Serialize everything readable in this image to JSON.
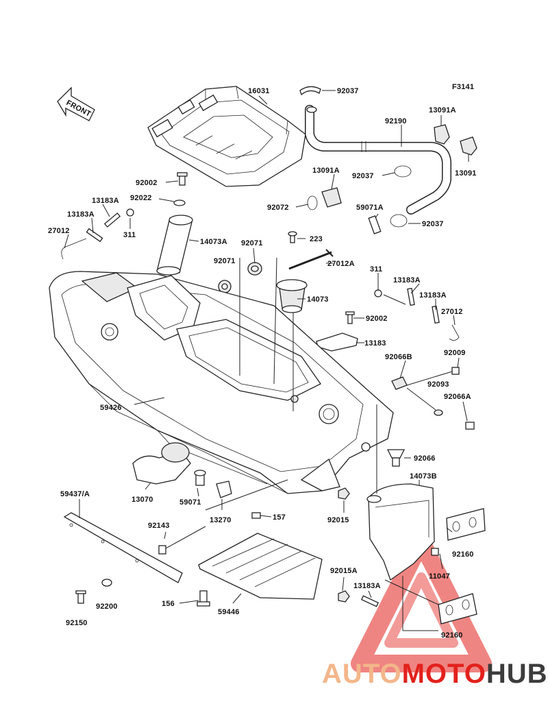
{
  "figure": {
    "code": "F3141",
    "front_label": "FRONT"
  },
  "labels": {
    "p16031": "16031",
    "p92037a": "92037",
    "p13091a1": "13091A",
    "p92190": "92190",
    "p13091a2": "13091A",
    "p13091": "13091",
    "p92037b": "92037",
    "p92072": "92072",
    "p59071a": "59071A",
    "p92037c": "92037",
    "p92002a": "92002",
    "p92022": "92022",
    "p13183a1": "13183A",
    "p13183a2": "13183A",
    "p311a": "311",
    "p27012a": "27012",
    "p14073a": "14073A",
    "p92071a": "92071",
    "p223": "223",
    "p92071b": "92071",
    "p27012A": "27012A",
    "p311b": "311",
    "p13183a3": "13183A",
    "p14073": "14073",
    "p13183a4": "13183A",
    "p27012b": "27012",
    "p92002b": "92002",
    "p13183": "13183",
    "p92066b": "92066B",
    "p92009": "92009",
    "p92093": "92093",
    "p92066a": "92066A",
    "p59426": "59426",
    "p92066": "92066",
    "p14073b": "14073B",
    "p13070": "13070",
    "p59071": "59071",
    "p13270": "13270",
    "p157": "157",
    "p92015": "92015",
    "p59437": "59437/A",
    "p92143": "92143",
    "p92160a": "92160",
    "p11047": "11047",
    "p92015a": "92015A",
    "p13183a5": "13183A",
    "p156": "156",
    "p59446": "59446",
    "p92200": "92200",
    "p92150": "92150",
    "p92160b": "92160"
  },
  "watermark": {
    "part1": "AUTO",
    "part2": "MOTO",
    "part3": "HUB",
    "color_light": "#f3b68a",
    "color_red": "#e2211c",
    "color_dark": "#3c3c3c"
  }
}
